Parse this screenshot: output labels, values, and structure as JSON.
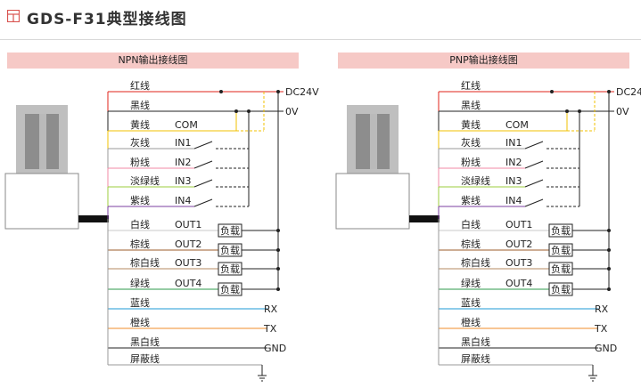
{
  "title": "GDS-F31典型接线图",
  "panels": [
    {
      "header": "NPN输出接线图"
    },
    {
      "header": "PNP输出接线图"
    }
  ],
  "wires": [
    "红线",
    "黑线",
    "黄线",
    "灰线",
    "粉线",
    "淡绿线",
    "紫线",
    "白线",
    "棕线",
    "棕白线",
    "绿线",
    "蓝线",
    "橙线",
    "黑白线",
    "屏蔽线"
  ],
  "signals": [
    "COM",
    "IN1",
    "IN2",
    "IN3",
    "IN4",
    "OUT1",
    "OUT2",
    "OUT3",
    "OUT4"
  ],
  "terminals": [
    "DC24V",
    "0V",
    "RX",
    "TX",
    "GND"
  ],
  "load_label": "负载",
  "colors": {
    "red": "#e2231a",
    "black": "#222222",
    "yellow": "#f2c200",
    "gray": "#9a9a9a",
    "pink": "#f08aa6",
    "light_green": "#9ccc3c",
    "purple": "#7b3fa0",
    "white": "#c9c9c9",
    "brown": "#9b5b2b",
    "brown_white": "#b48860",
    "green": "#2c9a4b",
    "blue": "#1e9ad6",
    "orange": "#f28c28",
    "header_bg": "#f6c9c6",
    "title_icon": "#d9534f"
  }
}
